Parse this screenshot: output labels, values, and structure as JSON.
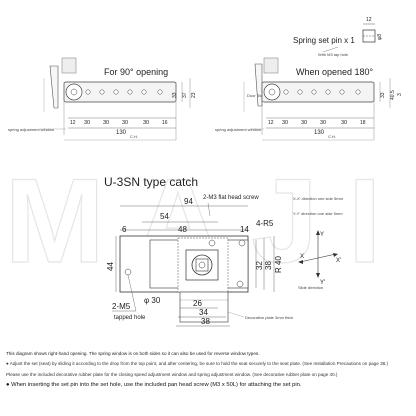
{
  "watermark": "MAJI",
  "spring_pin": {
    "title": "Spring set pin x 1",
    "note": "With M3 tap hole",
    "dim_len": "12",
    "dim_dia": "φ8"
  },
  "left_view": {
    "label": "For 90° opening",
    "side_dims": [
      "33",
      "37",
      "23"
    ],
    "bottom_dims": [
      "30",
      "30",
      "30",
      "30",
      "130"
    ],
    "dims_2": [
      "12",
      "16"
    ],
    "callout": "spring adjustment window",
    "cl": "C.H."
  },
  "right_view": {
    "label": "When opened 180°",
    "small_label": "Door Stop",
    "side_dims": [
      "33",
      "40.5",
      "3"
    ],
    "bottom_dims": [
      "30",
      "30",
      "30",
      "30",
      "130"
    ],
    "dims_2": [
      "12",
      "18"
    ],
    "callout": "spring adjustment window",
    "cl": "C.H."
  },
  "catch": {
    "title": "U-3SN type catch",
    "top_dims": [
      "94",
      "54",
      "48",
      "6",
      "14"
    ],
    "right_dims": [
      "32",
      "38",
      "R 40"
    ],
    "left_dim": "44",
    "bottom_dims": [
      "φ 30",
      "26",
      "34",
      "38"
    ],
    "screw_flat": "2-M3 flat head screw",
    "radius": "4-R5",
    "screw_m5": "2-M5",
    "tapped": "tapped hole",
    "xx_note": "X-X' direction one side 5mm",
    "yy_note": "Y-Y' direction one side 5mm",
    "axes": [
      "Y",
      "Y'",
      "X",
      "X'"
    ],
    "slide": "Slide direction",
    "plate": "Decorative plate 3mm thick"
  },
  "notes": [
    "This diagram shows right-hand opening. The spring window is on both sides so it can also be used for reverse window types.",
    "● Adjust the set (seat) by sliding it according to the drop from the top point, and after centering, be sure to hold the seat securely to the seat plate. (See Installation Precautions on page 38.)",
    "Please use the included decorative rubber plate for the closing speed adjustment window and spring adjustment window. (See decorative rubber plate on page 40.)",
    "● When inserting the set pin into the set hole, use the included pan head screw (M3 x 50L) for attaching the set pin."
  ]
}
